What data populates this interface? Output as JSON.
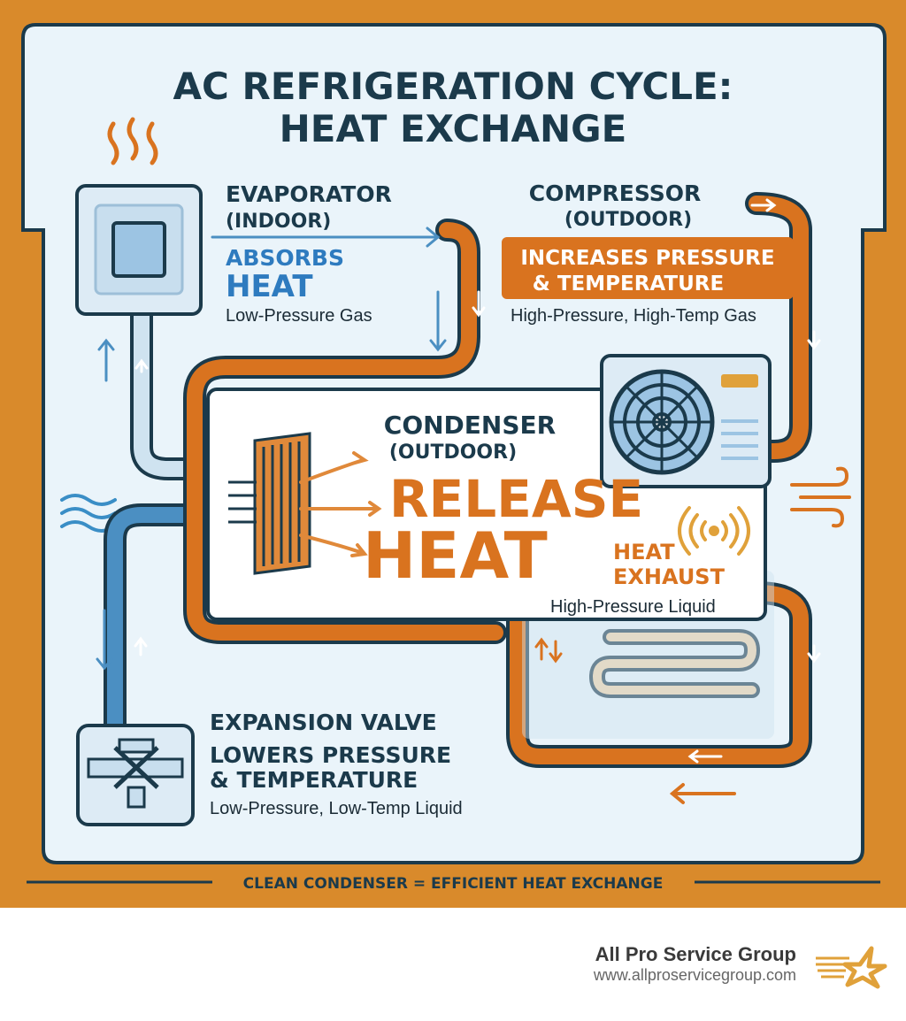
{
  "title_line1": "AC REFRIGERATION CYCLE:",
  "title_line2": "HEAT EXCHANGE",
  "evaporator": {
    "name": "EVAPORATOR",
    "location": "(INDOOR)",
    "action_line1": "ABSORBS",
    "action_line2": "HEAT",
    "state": "Low-Pressure Gas"
  },
  "compressor": {
    "name": "COMPRESSOR",
    "location": "(OUTDOOR)",
    "action_line1": "INCREASES PRESSURE",
    "action_line2": "& TEMPERATURE",
    "state": "High-Pressure, High-Temp Gas"
  },
  "condenser": {
    "name": "CONDENSER",
    "location": "(OUTDOOR)",
    "action_line1": "RELEASE",
    "action_line2": "HEAT",
    "exhaust_line1": "HEAT",
    "exhaust_line2": "EXHAUST",
    "state": "High-Pressure Liquid"
  },
  "expansion_valve": {
    "name": "EXPANSION VALVE",
    "action_line1": "LOWERS PRESSURE",
    "action_line2": "& TEMPERATURE",
    "state": "Low-Pressure, Low-Temp Liquid"
  },
  "banner": "CLEAN CONDENSER = EFFICIENT HEAT EXCHANGE",
  "footer": {
    "company": "All Pro Service Group",
    "url": "www.allproservicegroup.com"
  },
  "colors": {
    "frame": "#D98A2B",
    "navy": "#1B3A4B",
    "blue": "#3A8EC6",
    "orange": "#D9731F",
    "panel": "#EAF4FA"
  }
}
